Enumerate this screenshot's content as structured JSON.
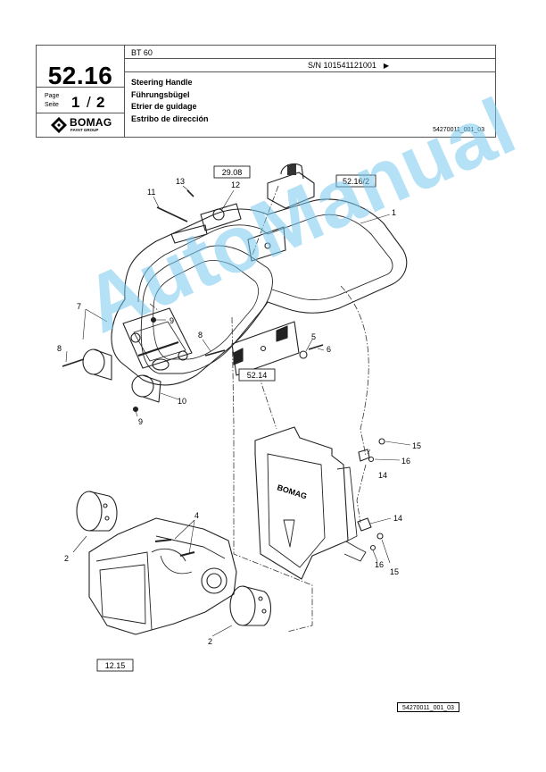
{
  "header": {
    "page_code": "52.16",
    "model": "BT 60",
    "serial": "S/N 101541121001",
    "page_label_en": "Page",
    "page_label_de": "Seite",
    "page_current": "1",
    "page_separator": "/",
    "page_total": "2",
    "titles": [
      "Steering Handle",
      "Führungsbügel",
      "Etrier de guidage",
      "Estribo de dirección"
    ],
    "doc_ref": "54270011_001_03",
    "logo_text": "BOMAG",
    "logo_subtext": "FAYAT GROUP"
  },
  "callouts": {
    "c1": "1",
    "c2a": "2",
    "c2b": "2",
    "c4": "4",
    "c5": "5",
    "c6": "6",
    "c7": "7",
    "c8a": "8",
    "c8b": "8",
    "c9a": "9",
    "c9b": "9",
    "c10": "10",
    "c11": "11",
    "c12": "12",
    "c13": "13",
    "c14a": "14",
    "c14b": "14",
    "c15a": "15",
    "c15b": "15",
    "c16a": "16",
    "c16b": "16"
  },
  "ref_boxes": {
    "r2908": "29.08",
    "r5216": "52.16/2",
    "r5214": "52.14",
    "r1215": "12.15"
  },
  "decal_text": "BOMAG",
  "watermark": "AutoManual",
  "footer": {
    "doc_ref": "54270011_001_03"
  }
}
